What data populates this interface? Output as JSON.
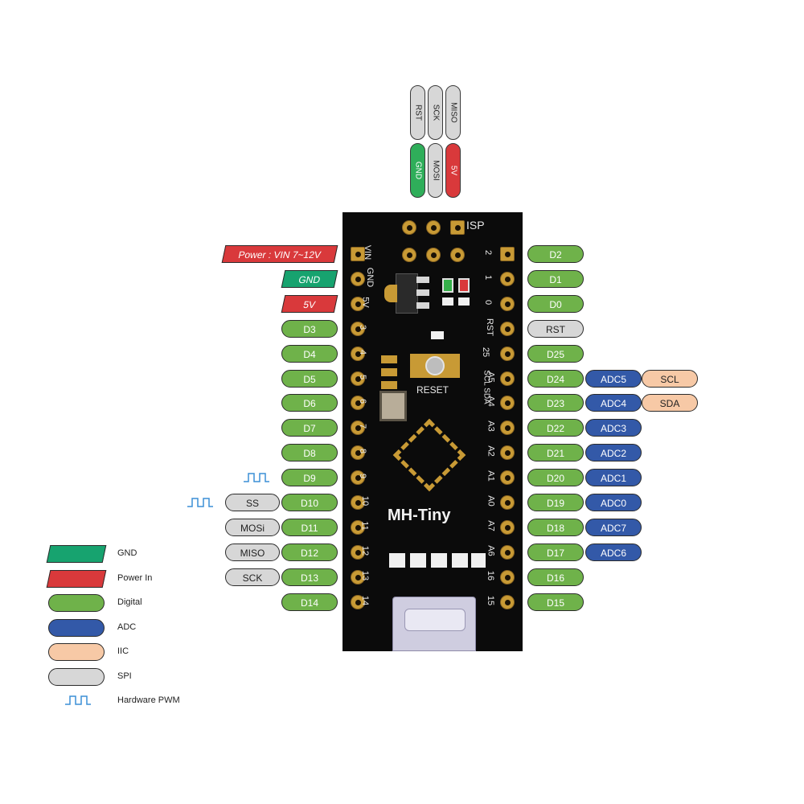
{
  "board": {
    "name": "MH-Tiny",
    "isp_label": "ISP",
    "reset_label": "RESET",
    "left_silk": [
      "VIN",
      "GND",
      "5V",
      "3",
      "4",
      "5",
      "6",
      "7",
      "8",
      "9",
      "10",
      "11",
      "12",
      "13",
      "14"
    ],
    "right_silk": [
      "2",
      "1",
      "0",
      "RST",
      "25",
      "A5",
      "A4",
      "A3",
      "A2",
      "A1",
      "A0",
      "A7",
      "A6",
      "16",
      "15"
    ],
    "scl_sda_silk": "SCL SDA"
  },
  "isp_header": {
    "top_row": [
      "RST",
      "SCK",
      "MISO"
    ],
    "bottom_row": [
      "GND",
      "MOSI",
      "5V"
    ]
  },
  "left_pins": [
    {
      "label": "Power : VIN  7~12V",
      "kind": "power"
    },
    {
      "label": "GND",
      "kind": "gnd"
    },
    {
      "label": "5V",
      "kind": "power"
    },
    {
      "label": "D3",
      "kind": "digital"
    },
    {
      "label": "D4",
      "kind": "digital"
    },
    {
      "label": "D5",
      "kind": "digital"
    },
    {
      "label": "D6",
      "kind": "digital"
    },
    {
      "label": "D7",
      "kind": "digital"
    },
    {
      "label": "D8",
      "kind": "digital"
    },
    {
      "label": "D9",
      "kind": "digital",
      "pwm": true
    },
    {
      "label": "D10",
      "kind": "digital",
      "pwm": true,
      "spi": "SS"
    },
    {
      "label": "D11",
      "kind": "digital",
      "spi": "MOSi"
    },
    {
      "label": "D12",
      "kind": "digital",
      "spi": "MISO"
    },
    {
      "label": "D13",
      "kind": "digital",
      "spi": "SCK"
    },
    {
      "label": "D14",
      "kind": "digital"
    }
  ],
  "right_pins": [
    {
      "label": "D2",
      "kind": "digital"
    },
    {
      "label": "D1",
      "kind": "digital"
    },
    {
      "label": "D0",
      "kind": "digital"
    },
    {
      "label": "RST",
      "kind": "spi"
    },
    {
      "label": "D25",
      "kind": "digital"
    },
    {
      "label": "D24",
      "kind": "digital",
      "adc": "ADC5",
      "iic": "SCL"
    },
    {
      "label": "D23",
      "kind": "digital",
      "adc": "ADC4",
      "iic": "SDA"
    },
    {
      "label": "D22",
      "kind": "digital",
      "adc": "ADC3"
    },
    {
      "label": "D21",
      "kind": "digital",
      "adc": "ADC2"
    },
    {
      "label": "D20",
      "kind": "digital",
      "adc": "ADC1"
    },
    {
      "label": "D19",
      "kind": "digital",
      "adc": "ADC0"
    },
    {
      "label": "D18",
      "kind": "digital",
      "adc": "ADC7"
    },
    {
      "label": "D17",
      "kind": "digital",
      "adc": "ADC6"
    },
    {
      "label": "D16",
      "kind": "digital"
    },
    {
      "label": "D15",
      "kind": "digital"
    }
  ],
  "legend": [
    {
      "label": "GND",
      "kind": "gnd"
    },
    {
      "label": "Power In",
      "kind": "power"
    },
    {
      "label": "Digital",
      "kind": "digital"
    },
    {
      "label": "ADC",
      "kind": "adc"
    },
    {
      "label": "IIC",
      "kind": "iic"
    },
    {
      "label": "SPI",
      "kind": "spi"
    },
    {
      "label": "Hardware PWM",
      "kind": "pwm"
    }
  ],
  "colors": {
    "digital": "#6fb24a",
    "adc": "#3359a8",
    "iic": "#f7c9a6",
    "spi": "#d7d7d7",
    "gnd": "#17a36f",
    "power": "#d9393b",
    "pwm": "#3b8fd6",
    "board": "#0b0b0b",
    "pad": "#c89a35"
  }
}
